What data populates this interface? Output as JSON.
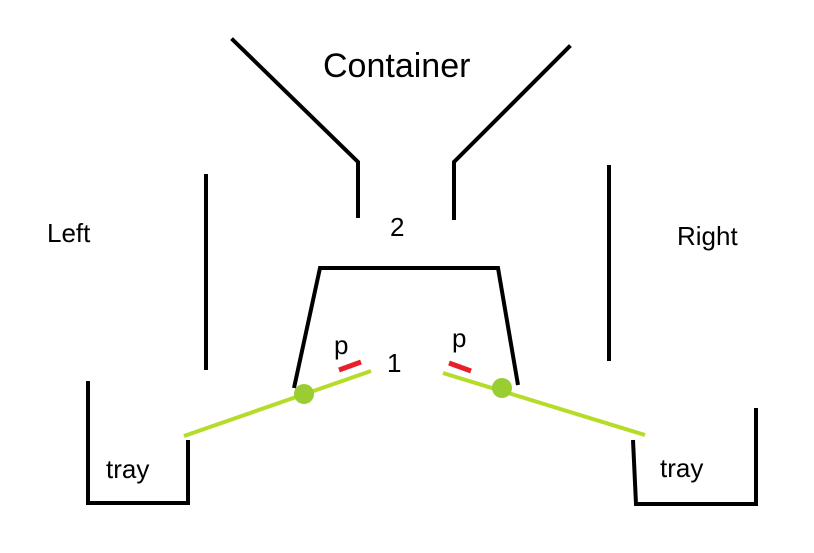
{
  "labels": {
    "container": "Container",
    "two": "2",
    "one": "1",
    "left": "Left",
    "right": "Right",
    "p_left": "p",
    "p_right": "p",
    "tray_left": "tray",
    "tray_right": "tray"
  },
  "colors": {
    "structure": "#000000",
    "flap": "#b4dc28",
    "pivot": "#9acd32",
    "marker": "#e8202a",
    "background": "#ffffff"
  }
}
